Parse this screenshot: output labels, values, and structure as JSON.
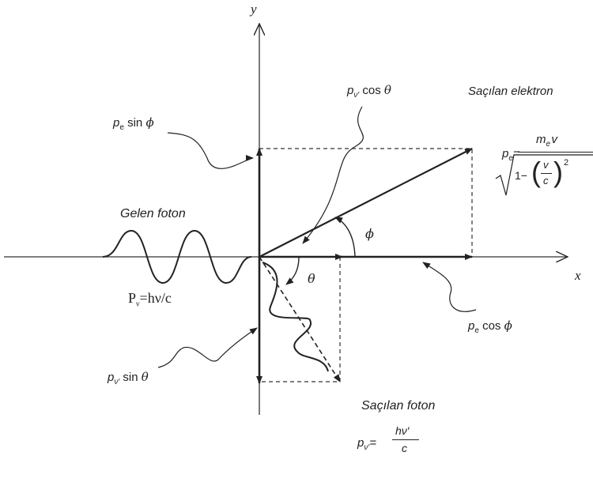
{
  "axes": {
    "x": "x",
    "y": "y"
  },
  "angles": {
    "phi": "ϕ",
    "theta": "θ"
  },
  "incident_photon": {
    "label": "Gelen foton",
    "momentum": {
      "P": "P",
      "sub": "ν",
      "expr": "=hν/c"
    }
  },
  "scattered_electron": {
    "label": "Saçılan elektron",
    "formula": {
      "p": "p",
      "e": "e",
      "eq": "=",
      "num_m": "m",
      "num_e": "e",
      "num_v": "v",
      "root_one": "1−",
      "root_v": "v",
      "root_c": "c",
      "root_pow": "2"
    }
  },
  "scattered_photon": {
    "label": "Saçılan foton",
    "formula": {
      "p": "p",
      "sub": "ν′",
      "eq": "=",
      "num": "hν′",
      "den": "c"
    }
  },
  "components": {
    "pv_cos": {
      "p": "p",
      "sub": "ν′",
      "txt": "cos",
      "ang": "θ"
    },
    "pe_sin": {
      "p": "p",
      "sub": "e",
      "txt": "sin",
      "ang": "ϕ"
    },
    "pe_cos": {
      "p": "p",
      "sub": "e",
      "txt": "cos",
      "ang": "ϕ"
    },
    "pv_sin": {
      "p": "p",
      "sub": "ν′",
      "txt": "sin",
      "ang": "θ"
    }
  }
}
